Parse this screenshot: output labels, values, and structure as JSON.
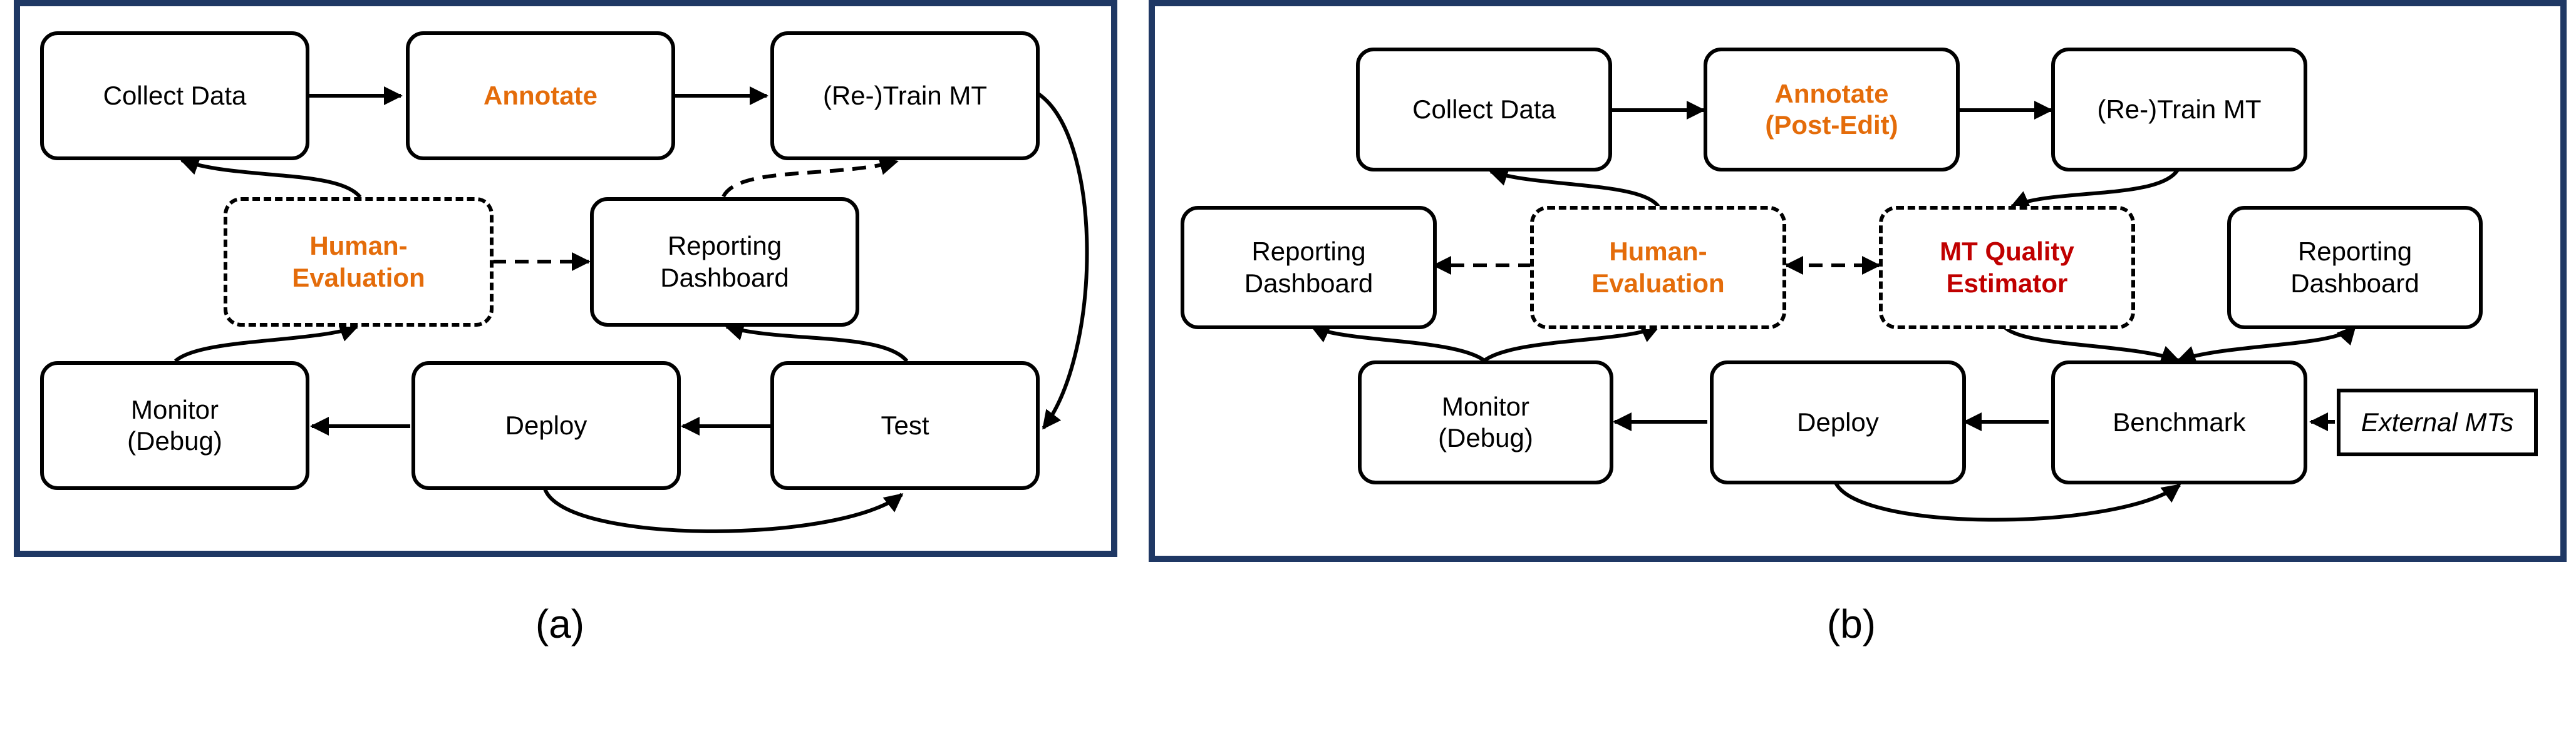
{
  "figure": {
    "panel_a": {
      "caption": "(a)",
      "nodes": {
        "collect": "Collect Data",
        "annotate": "Annotate",
        "retrain": "(Re-)Train MT",
        "human_eval": "Human-\nEvaluation",
        "reporting": "Reporting\nDashboard",
        "monitor": "Monitor\n(Debug)",
        "deploy": "Deploy",
        "test": "Test"
      }
    },
    "panel_b": {
      "caption": "(b)",
      "nodes": {
        "collect": "Collect Data",
        "annotate": "Annotate\n(Post-Edit)",
        "retrain": "(Re-)Train MT",
        "reporting_left": "Reporting\nDashboard",
        "human_eval": "Human-\nEvaluation",
        "mt_quality": "MT Quality\nEstimator",
        "reporting_right": "Reporting\nDashboard",
        "monitor": "Monitor\n(Debug)",
        "deploy": "Deploy",
        "benchmark": "Benchmark",
        "external": "External MTs"
      }
    },
    "colors": {
      "frame": "#1f3864",
      "highlight_orange": "#e46c0a",
      "highlight_red": "#c00000",
      "line": "#000000"
    }
  }
}
